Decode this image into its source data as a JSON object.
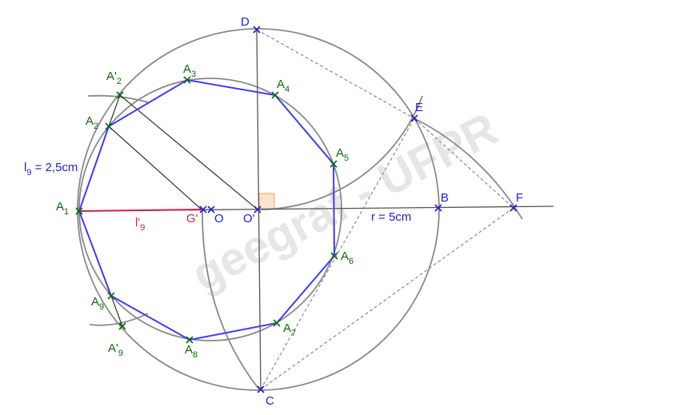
{
  "watermark": "geegraf - UFPR",
  "colors": {
    "circle": "#8a8a8a",
    "construction": "#3a3a3a",
    "dashed": "#8a8a8a",
    "polygon": "#3b3bff",
    "green_label": "#0a6a0a",
    "blue_label": "#1f1fd6",
    "red_label": "#d0204a",
    "green_mark": "#0a6a0a",
    "blue_mark": "#1f1fd6",
    "right_angle": "#f2a25c",
    "watermark": "#e6e6e6"
  },
  "points": {
    "A1": {
      "base": "A",
      "sub": "1",
      "prime": false,
      "color": "green"
    },
    "A2": {
      "base": "A",
      "sub": "2",
      "prime": false,
      "color": "green"
    },
    "A3": {
      "base": "A",
      "sub": "3",
      "prime": false,
      "color": "green"
    },
    "A4": {
      "base": "A",
      "sub": "4",
      "prime": false,
      "color": "green"
    },
    "A5": {
      "base": "A",
      "sub": "5",
      "prime": false,
      "color": "green"
    },
    "A6": {
      "base": "A",
      "sub": "6",
      "prime": false,
      "color": "green"
    },
    "A7": {
      "base": "A",
      "sub": "7",
      "prime": false,
      "color": "green"
    },
    "A8": {
      "base": "A",
      "sub": "8",
      "prime": false,
      "color": "green"
    },
    "A9": {
      "base": "A",
      "sub": "9",
      "prime": false,
      "color": "green"
    },
    "A2p": {
      "base": "A'",
      "sub": "2",
      "prime": true,
      "color": "green"
    },
    "A9p": {
      "base": "A'",
      "sub": "9",
      "prime": true,
      "color": "green"
    },
    "D": {
      "base": "D",
      "sub": "",
      "color": "blue"
    },
    "E": {
      "base": "E",
      "sub": "",
      "color": "blue"
    },
    "B": {
      "base": "B",
      "sub": "",
      "color": "blue"
    },
    "F": {
      "base": "F",
      "sub": "",
      "color": "blue"
    },
    "C": {
      "base": "C",
      "sub": "",
      "color": "blue"
    },
    "O": {
      "base": "O",
      "sub": "",
      "color": "blue"
    },
    "Op": {
      "base": "O'",
      "sub": "",
      "color": "blue"
    },
    "G": {
      "base": "G'",
      "sub": "",
      "color": "red"
    }
  },
  "annotations": {
    "l9": {
      "base": "l",
      "sub": "9",
      "rest": " = 2,5cm"
    },
    "r": {
      "text": "r = 5cm"
    },
    "lp9": {
      "base": "l'",
      "sub": "9"
    }
  }
}
